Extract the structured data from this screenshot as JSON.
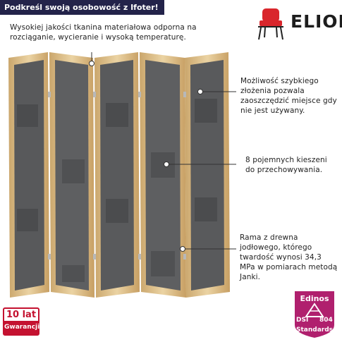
{
  "banner": {
    "text": "Podkreśl swoją osobowość z Ifoter!"
  },
  "brand": {
    "name": "ELIOR",
    "icon": "chair-icon",
    "color": "#d9262c"
  },
  "annotations": {
    "fabric": "Wysokiej jakości tkanina materiałowa odporna na rozciąganie, wycieranie i wysoką temperaturę.",
    "folding": "Możliwość szybkiego złożenia pozwala zaoszczędzić miejsce gdy nie jest używany.",
    "pockets": "8 pojemnych kieszeni do przechowywania.",
    "frame": "Rama z drewna jodłowego, którego twardość wynosi 34,3 MPa w pomiarach metodą Janki."
  },
  "warranty": {
    "top": "10 lat",
    "bottom": "Gwarancji",
    "color": "#c41230"
  },
  "certification": {
    "title": "Edinos",
    "dsi": "DSI",
    "number": "804",
    "standards": "Standards",
    "color": "#b0206e"
  },
  "product": {
    "panels": 5,
    "fabric_color": "#595a5c",
    "frame_color": "#dfc08a"
  }
}
